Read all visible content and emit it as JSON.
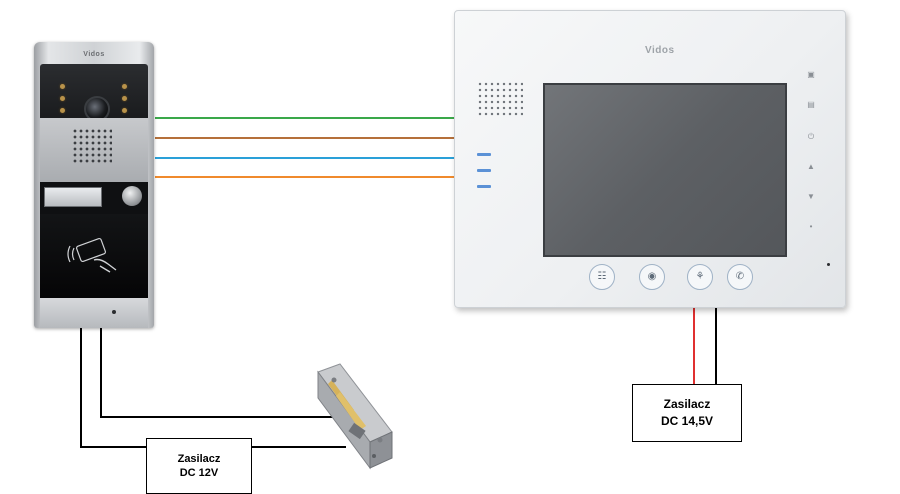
{
  "door_station": {
    "brand": "Vidos",
    "icons": [
      "camera-lens-icon",
      "speaker-grille-icon",
      "doorbell-button-icon",
      "rfid-card-icon"
    ]
  },
  "monitor": {
    "brand": "Vidos",
    "buttons": [
      "intercom-icon",
      "monitor-icon",
      "unlock-key-icon",
      "talk-icon"
    ]
  },
  "power_supplies": {
    "door": {
      "line1": "Zasilacz",
      "line2": "DC 12V"
    },
    "monitor": {
      "line1": "Zasilacz",
      "line2": "DC 14,5V"
    }
  },
  "wire_colors": {
    "green": "#3aa84a",
    "brown": "#b5703a",
    "blue": "#2aa0d8",
    "orange": "#f08a2c",
    "red": "#e03030",
    "black": "#000000"
  }
}
